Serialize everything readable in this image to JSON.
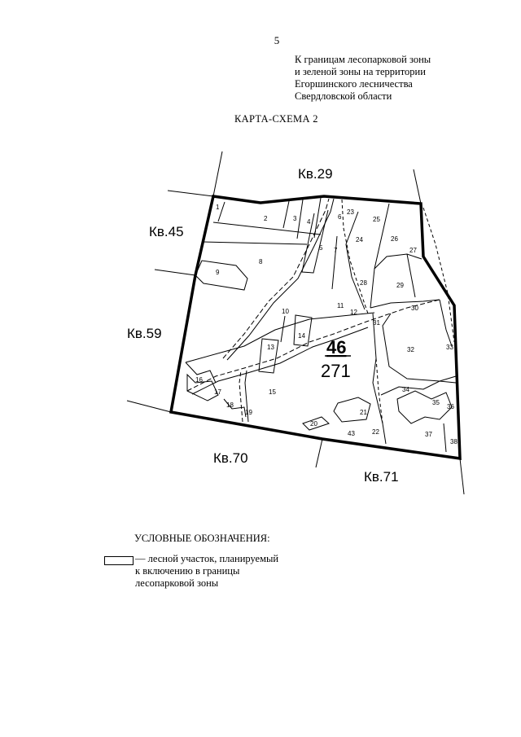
{
  "page_number": "5",
  "header": {
    "lines": [
      "К границам лесопарковой зоны",
      "и зеленой зоны на территории",
      "Егоршинского лесничества",
      "Свердловской области"
    ]
  },
  "map_title": "КАРТА-СХЕМА 2",
  "map": {
    "neighbor_quarters": {
      "kv29": "Кв.29",
      "kv45": "Кв.45",
      "kv59": "Кв.59",
      "kv70": "Кв.70",
      "kv71": "Кв.71"
    },
    "quarter_number": "46",
    "quarter_area": "271",
    "plots": [
      "1",
      "2",
      "3",
      "4",
      "5",
      "6",
      "7",
      "8",
      "9",
      "10",
      "11",
      "12",
      "13",
      "14",
      "15",
      "16",
      "17",
      "18",
      "19",
      "20",
      "21",
      "22",
      "23",
      "24",
      "25",
      "26",
      "27",
      "28",
      "29",
      "30",
      "31",
      "32",
      "33",
      "34",
      "35",
      "36",
      "37",
      "38",
      "43"
    ]
  },
  "legend": {
    "title": "УСЛОВНЫЕ ОБОЗНАЧЕНИЯ:",
    "item_lines": [
      "— лесной участок, планируемый",
      "к включению в границы",
      "лесопарковой зоны"
    ]
  }
}
